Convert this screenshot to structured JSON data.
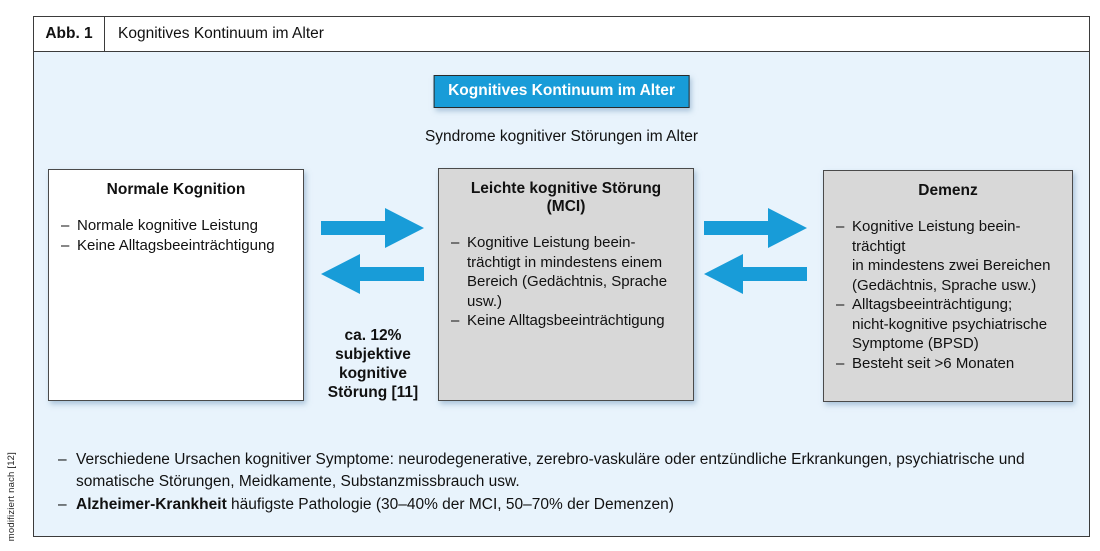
{
  "colors": {
    "accent_blue": "#189cd8",
    "panel_background": "#e8f3fc",
    "box_gray": "#d8d8d8",
    "frame_border": "#3b3b3b"
  },
  "figure": {
    "label": "Abb. 1",
    "caption": "Kognitives Kontinuum im Alter"
  },
  "diagram": {
    "title": "Kognitives Kontinuum im Alter",
    "subtitle": "Syndrome kognitiver Störungen im Alter",
    "boxes": [
      {
        "title": "Normale Kognition",
        "items": [
          "Normale kognitive Leistung",
          "Keine Alltagsbeeinträchtigung"
        ]
      },
      {
        "title": "Leichte kognitive Störung (MCI)",
        "items": [
          "Kognitive Leistung beein-\nträchtigt in mindestens einem\nBereich (Gedächtnis, Sprache\nusw.)",
          "Keine Alltagsbeeinträchtigung"
        ]
      },
      {
        "title": "Demenz",
        "items": [
          "Kognitive Leistung beein-\nträchtigt\nin mindestens zwei Bereichen\n(Gedächtnis, Sprache usw.)",
          "Alltagsbeeinträchtigung;\nnicht-kognitive psychiatrische\nSymptome (BPSD)",
          "Besteht seit >6 Monaten"
        ]
      }
    ],
    "arrow_annotation": "ca. 12%\nsubjektive\nkognitive\nStörung [11]"
  },
  "notes": [
    {
      "lead": "",
      "text": "Verschiedene Ursachen kognitiver Symptome: neurodegenerative, zerebro-vaskuläre oder entzündliche Erkrankungen, psychiatrische und\nsomatische Störungen, Meidkamente, Substanzmissbrauch usw."
    },
    {
      "lead": "Alzheimer-Krankheit",
      "text": " häufigste Pathologie (30–40% der MCI, 50–70% der Demenzen)"
    }
  ],
  "credit": "modifiziert nach [12]"
}
